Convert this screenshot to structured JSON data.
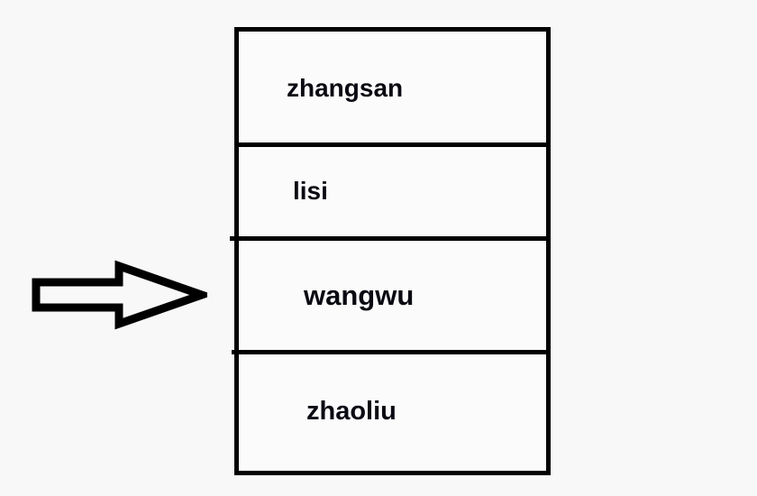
{
  "diagram": {
    "title": "stack-of-names",
    "background_color": "#f8f8f9",
    "stroke_color": "#000000",
    "text_color": "#0a0a12",
    "pointer": {
      "name": "block-arrow",
      "direction": "right",
      "style": "hollow-outline",
      "points_to_row_index": 2,
      "points_to_label": "wangwu"
    },
    "box": {
      "rows": [
        {
          "label": "zhangsan"
        },
        {
          "label": "lisi"
        },
        {
          "label": "wangwu"
        },
        {
          "label": "zhaoliu"
        }
      ]
    }
  }
}
